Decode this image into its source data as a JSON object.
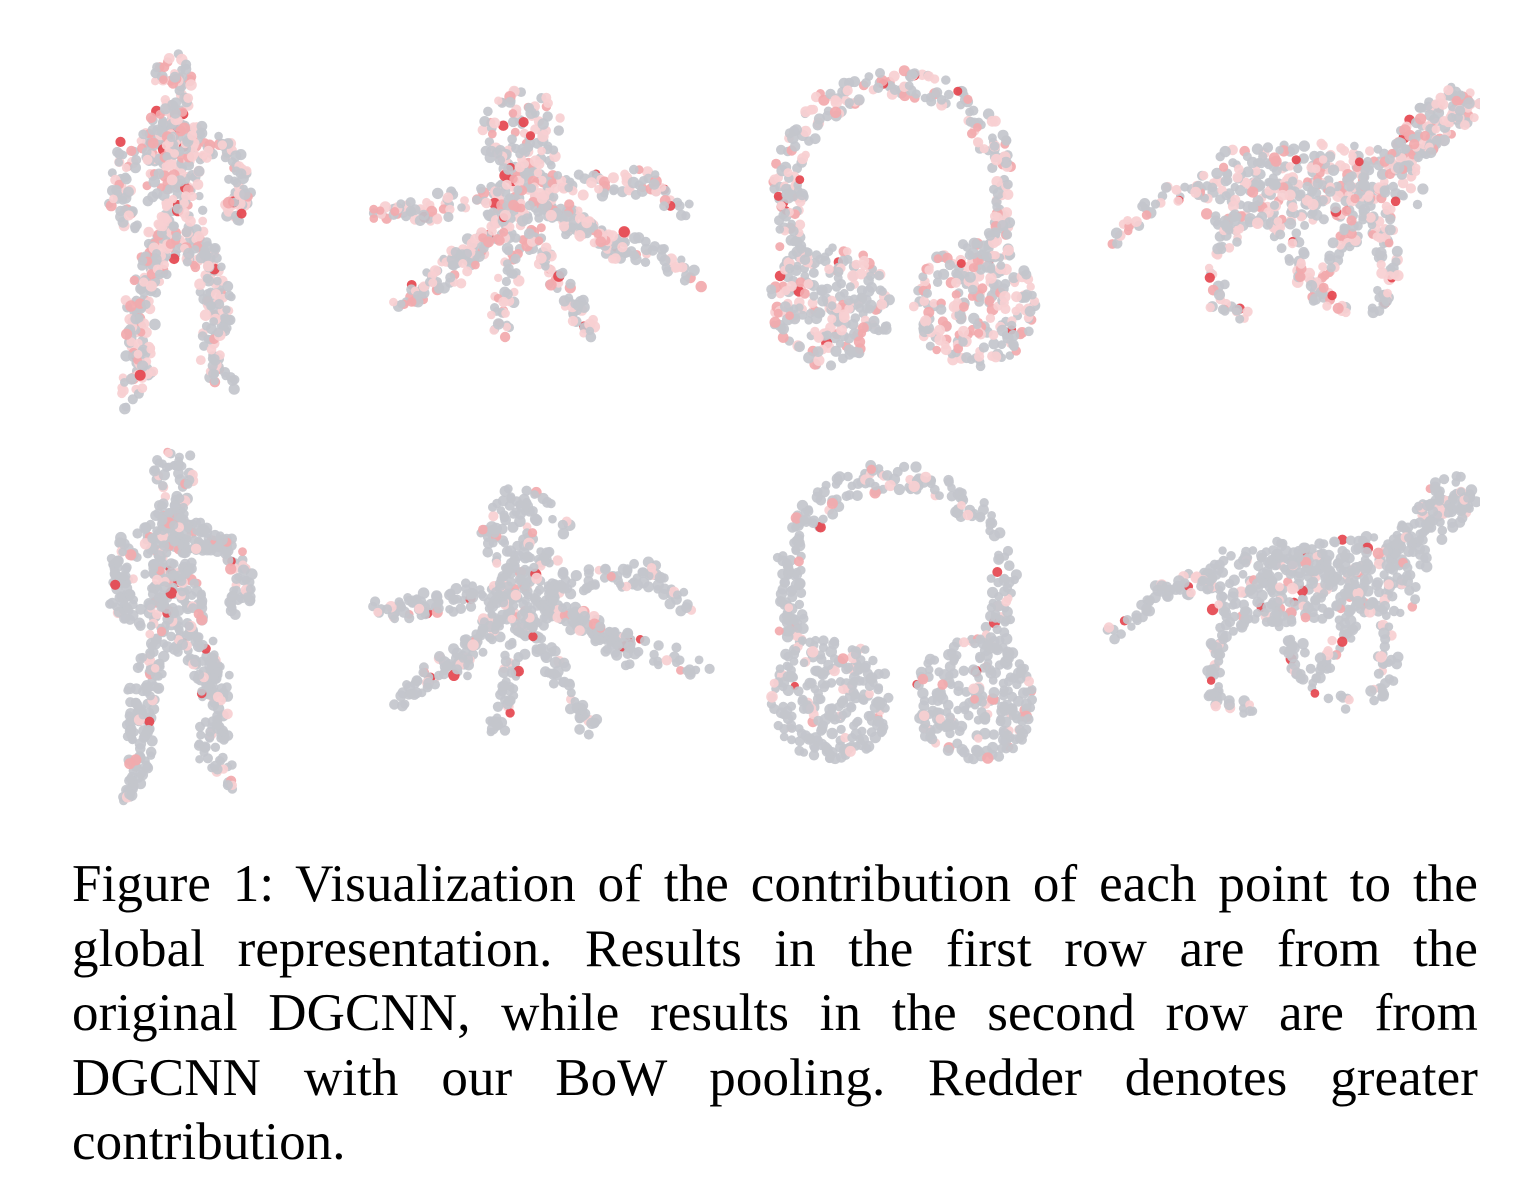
{
  "figure": {
    "caption": "Figure 1: Visualization of the contribution of each point to the global representation. Results in the first row are from the original DGCNN, while results in the second row are from DGCNN with our BoW pooling. Redder denotes greater contribution.",
    "rows": [
      {
        "shapes": [
          "human",
          "octopus",
          "headphones",
          "horse"
        ]
      },
      {
        "shapes": [
          "human",
          "octopus",
          "headphones",
          "horse"
        ]
      }
    ]
  },
  "colors": {
    "base_point": "#c3c5cc",
    "light_pink": "#f7cfd1",
    "pink": "#f2a9ad",
    "red": "#e5464f"
  }
}
